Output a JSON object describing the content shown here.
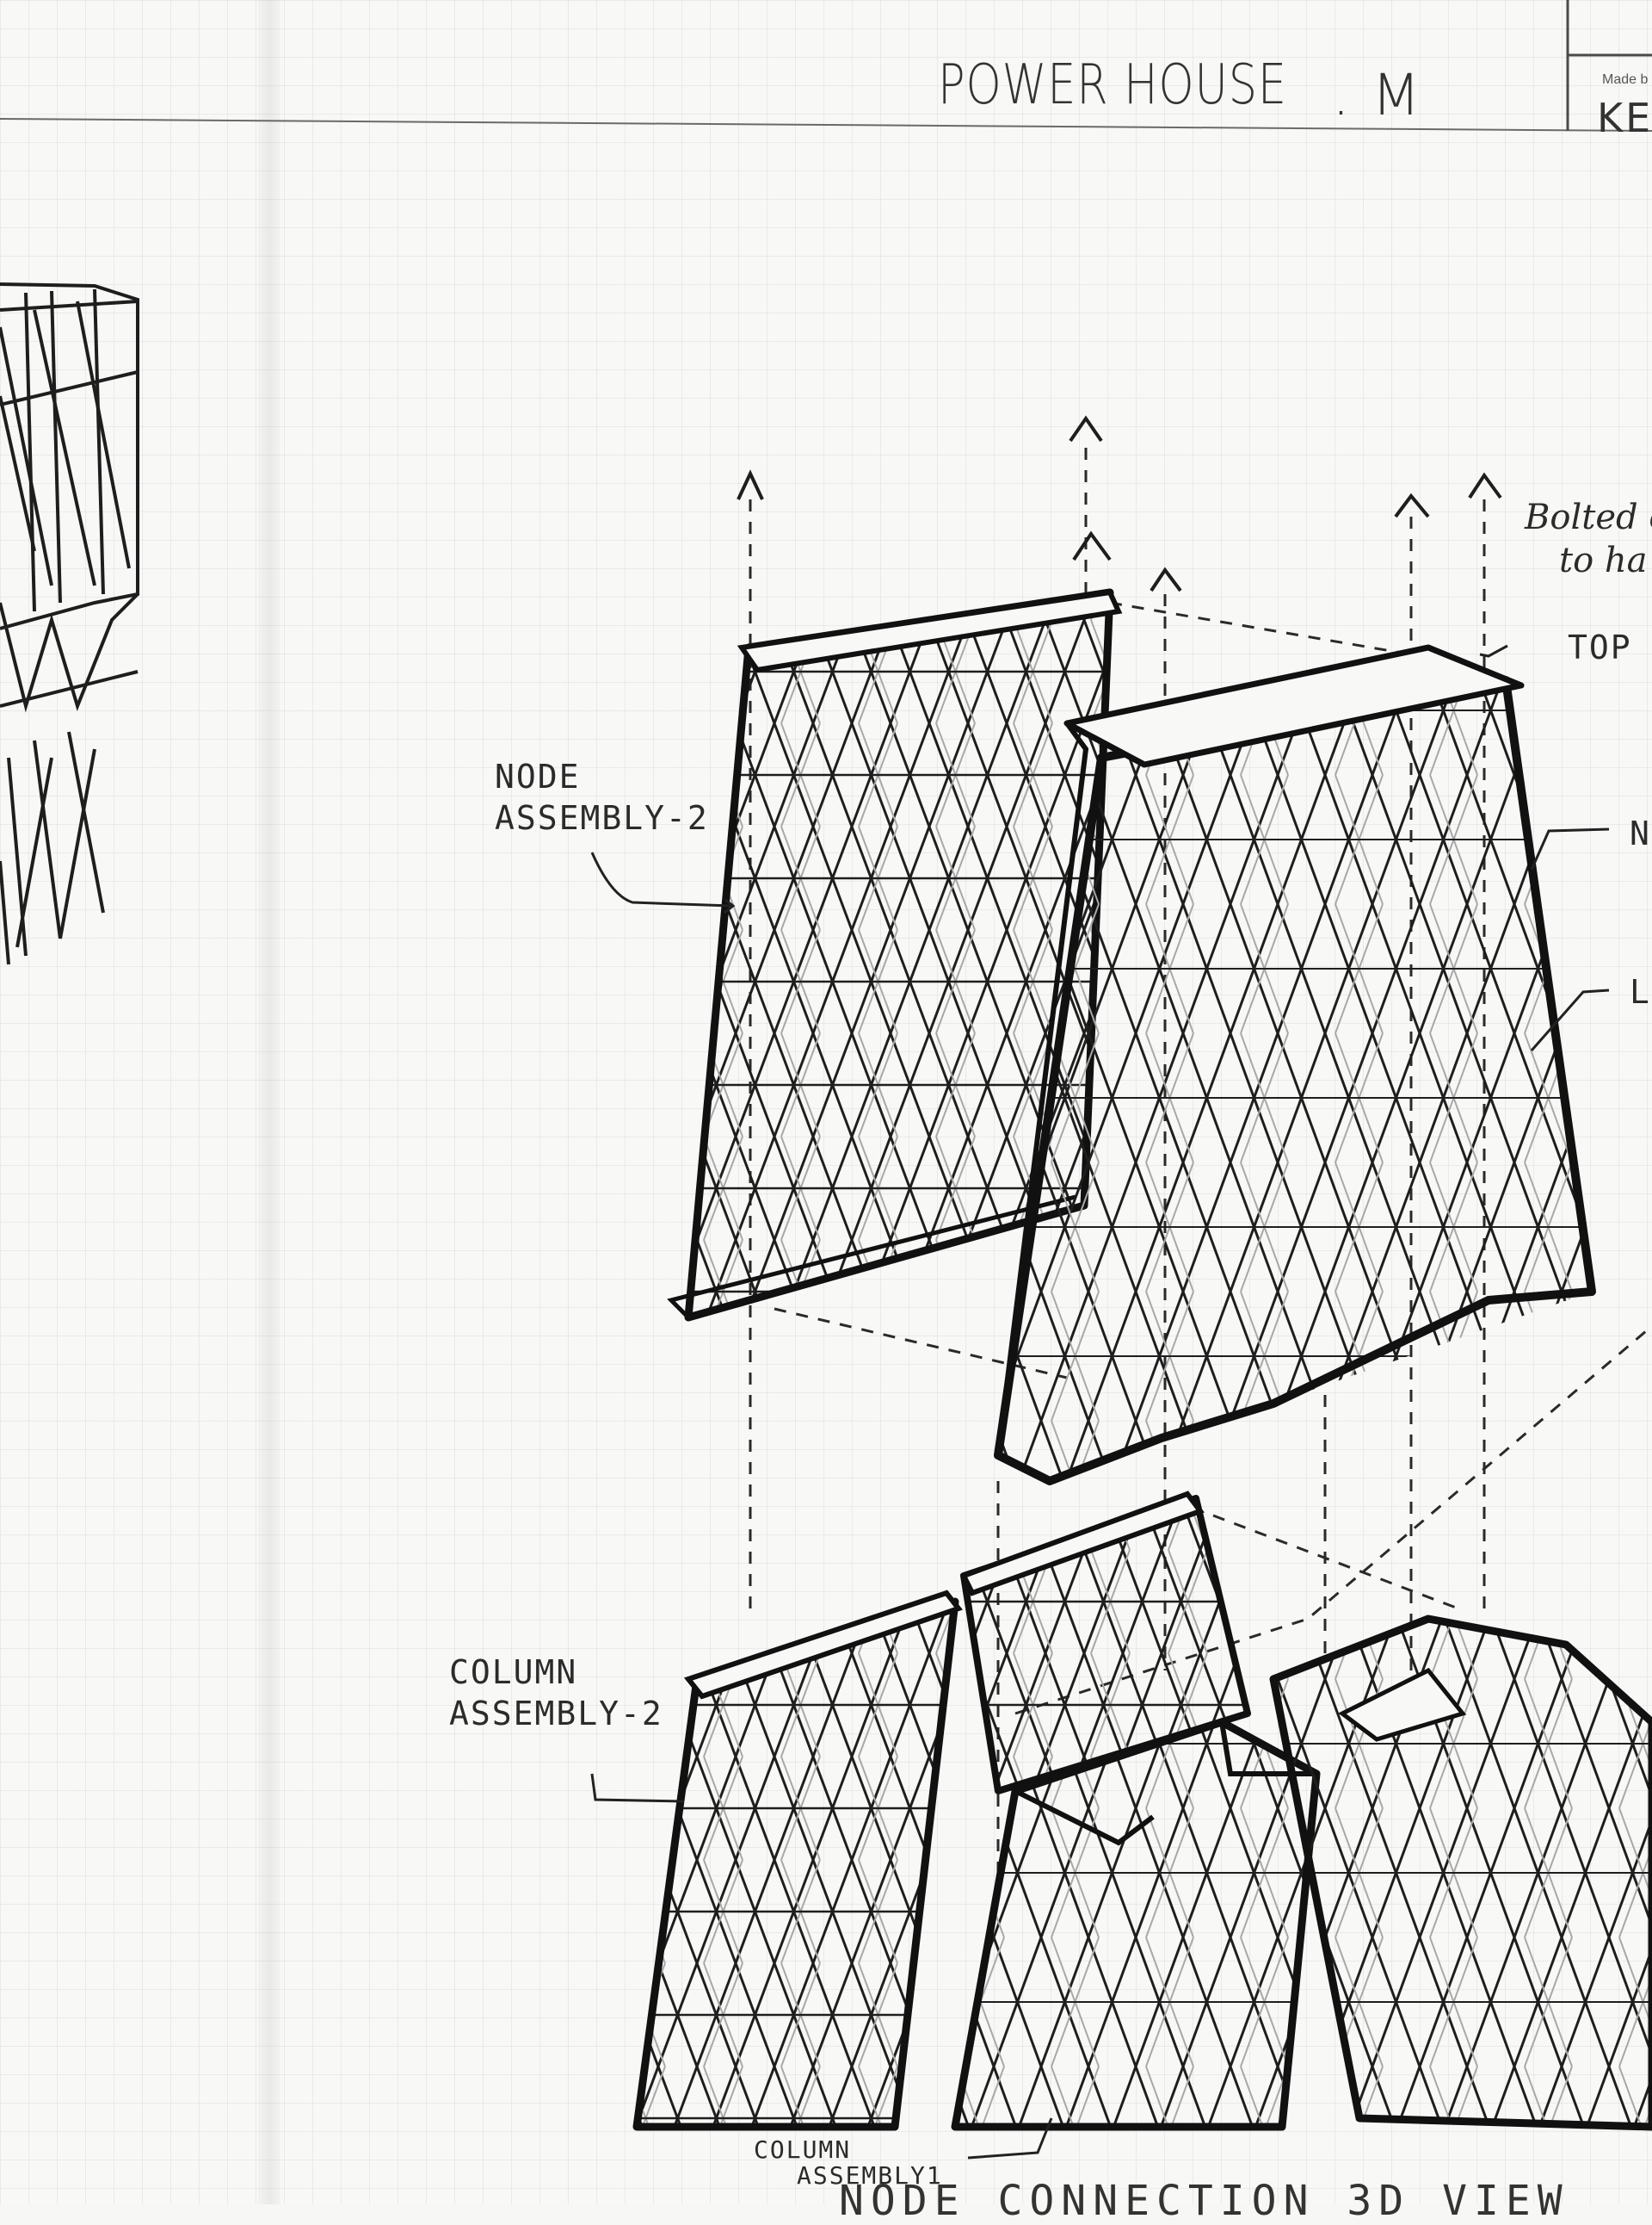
{
  "header": {
    "title": "POWER HOUSE",
    "title_mark": ". M",
    "made_by_label": "Made b",
    "made_by_value": "KE"
  },
  "labels": {
    "node_assembly_2": [
      "NODE",
      "ASSEMBLY-2"
    ],
    "column_assembly_2": [
      "COLUMN",
      "ASSEMBLY-2"
    ],
    "column_assembly_1": [
      "COLUMN",
      "ASSEMBLY1"
    ],
    "bolted_note": [
      "Bolted c",
      "to ha"
    ],
    "top_label": "TOP",
    "right_label_1": "N",
    "right_label_2": "L"
  },
  "caption": "NODE CONNECTION 3D VIEW",
  "colors": {
    "ink": "#1e1e1e",
    "pencil": "#9a9a9a",
    "paper": "#f8f8f6",
    "grid": "#c9ccd0"
  }
}
